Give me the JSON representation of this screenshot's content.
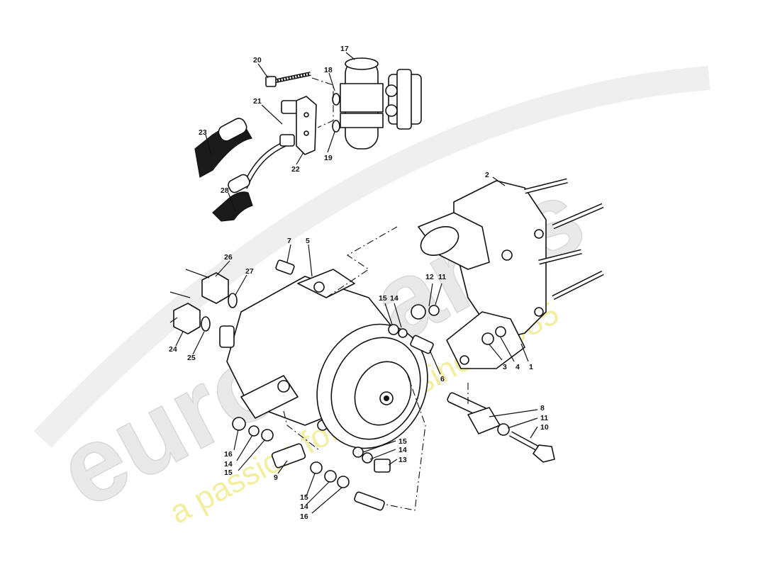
{
  "watermark": {
    "brand": "eurospares",
    "tagline": "a passion for parts since 1985",
    "tagline_color": "#f2f0a0",
    "brand_color": "#e9e9e9"
  },
  "callouts": [
    {
      "id": "c1",
      "text": "1"
    },
    {
      "id": "c2",
      "text": "2"
    },
    {
      "id": "c3",
      "text": "3"
    },
    {
      "id": "c4",
      "text": "4"
    },
    {
      "id": "c5",
      "text": "5"
    },
    {
      "id": "c6",
      "text": "6"
    },
    {
      "id": "c7",
      "text": "7"
    },
    {
      "id": "c8",
      "text": "8"
    },
    {
      "id": "c9",
      "text": "9"
    },
    {
      "id": "c10",
      "text": "10"
    },
    {
      "id": "c11a",
      "text": "11"
    },
    {
      "id": "c11b",
      "text": "11"
    },
    {
      "id": "c12",
      "text": "12"
    },
    {
      "id": "c13",
      "text": "13"
    },
    {
      "id": "c14a",
      "text": "14"
    },
    {
      "id": "c14b",
      "text": "14"
    },
    {
      "id": "c14c",
      "text": "14"
    },
    {
      "id": "c14d",
      "text": "14"
    },
    {
      "id": "c15a",
      "text": "15"
    },
    {
      "id": "c15b",
      "text": "15"
    },
    {
      "id": "c15c",
      "text": "15"
    },
    {
      "id": "c15d",
      "text": "15"
    },
    {
      "id": "c16a",
      "text": "16"
    },
    {
      "id": "c16b",
      "text": "16"
    },
    {
      "id": "c17",
      "text": "17"
    },
    {
      "id": "c18",
      "text": "18"
    },
    {
      "id": "c19",
      "text": "19"
    },
    {
      "id": "c20",
      "text": "20"
    },
    {
      "id": "c21",
      "text": "21"
    },
    {
      "id": "c22",
      "text": "22"
    },
    {
      "id": "c23",
      "text": "23"
    },
    {
      "id": "c24",
      "text": "24"
    },
    {
      "id": "c25",
      "text": "25"
    },
    {
      "id": "c26",
      "text": "26"
    },
    {
      "id": "c27",
      "text": "27"
    },
    {
      "id": "c28",
      "text": "28"
    }
  ]
}
